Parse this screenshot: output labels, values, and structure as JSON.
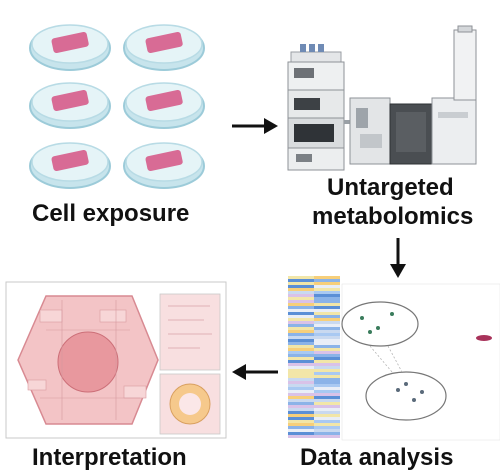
{
  "steps": {
    "cell_exposure": "Cell exposure",
    "untargeted_1": "Untargeted",
    "untargeted_2": "metabolomics",
    "data_analysis": "Data analysis",
    "interpretation": "Interpretation"
  },
  "colors": {
    "dish_rim": "#b7dbe6",
    "dish_fill": "#d9eef3",
    "cells": "#d86b95",
    "arrow": "#111111",
    "instrument_gray": "#cfd2d5",
    "cell_pink": "#e9a0a8"
  }
}
